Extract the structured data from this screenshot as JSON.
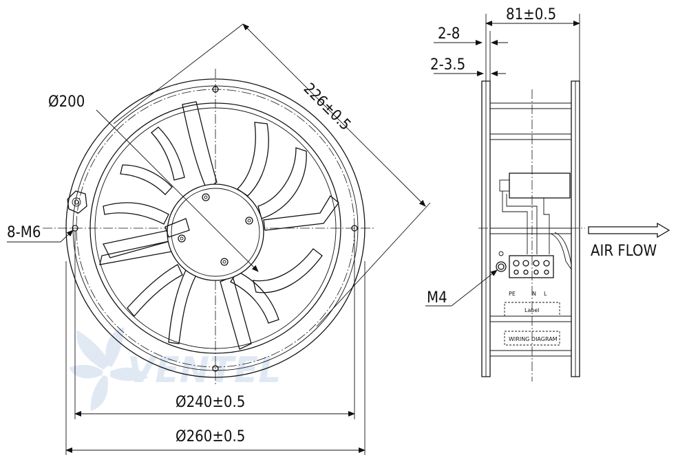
{
  "front_view": {
    "d200": "Ø200",
    "d226": "226±0.5",
    "m6": "8-M6",
    "d240": "Ø240±0.5",
    "d260": "Ø260±0.5"
  },
  "side_view": {
    "w81": "81±0.5",
    "d28": "2-8",
    "d235": "2-3.5",
    "m4": "M4",
    "airflow": "AIR FLOW",
    "terminals": [
      "PE",
      "N",
      "L"
    ],
    "label_box": "Label",
    "wiring_box": "WIRING DIAGRAM"
  },
  "watermark": {
    "text": "VENTEL",
    "color": "#c8d8ea"
  }
}
